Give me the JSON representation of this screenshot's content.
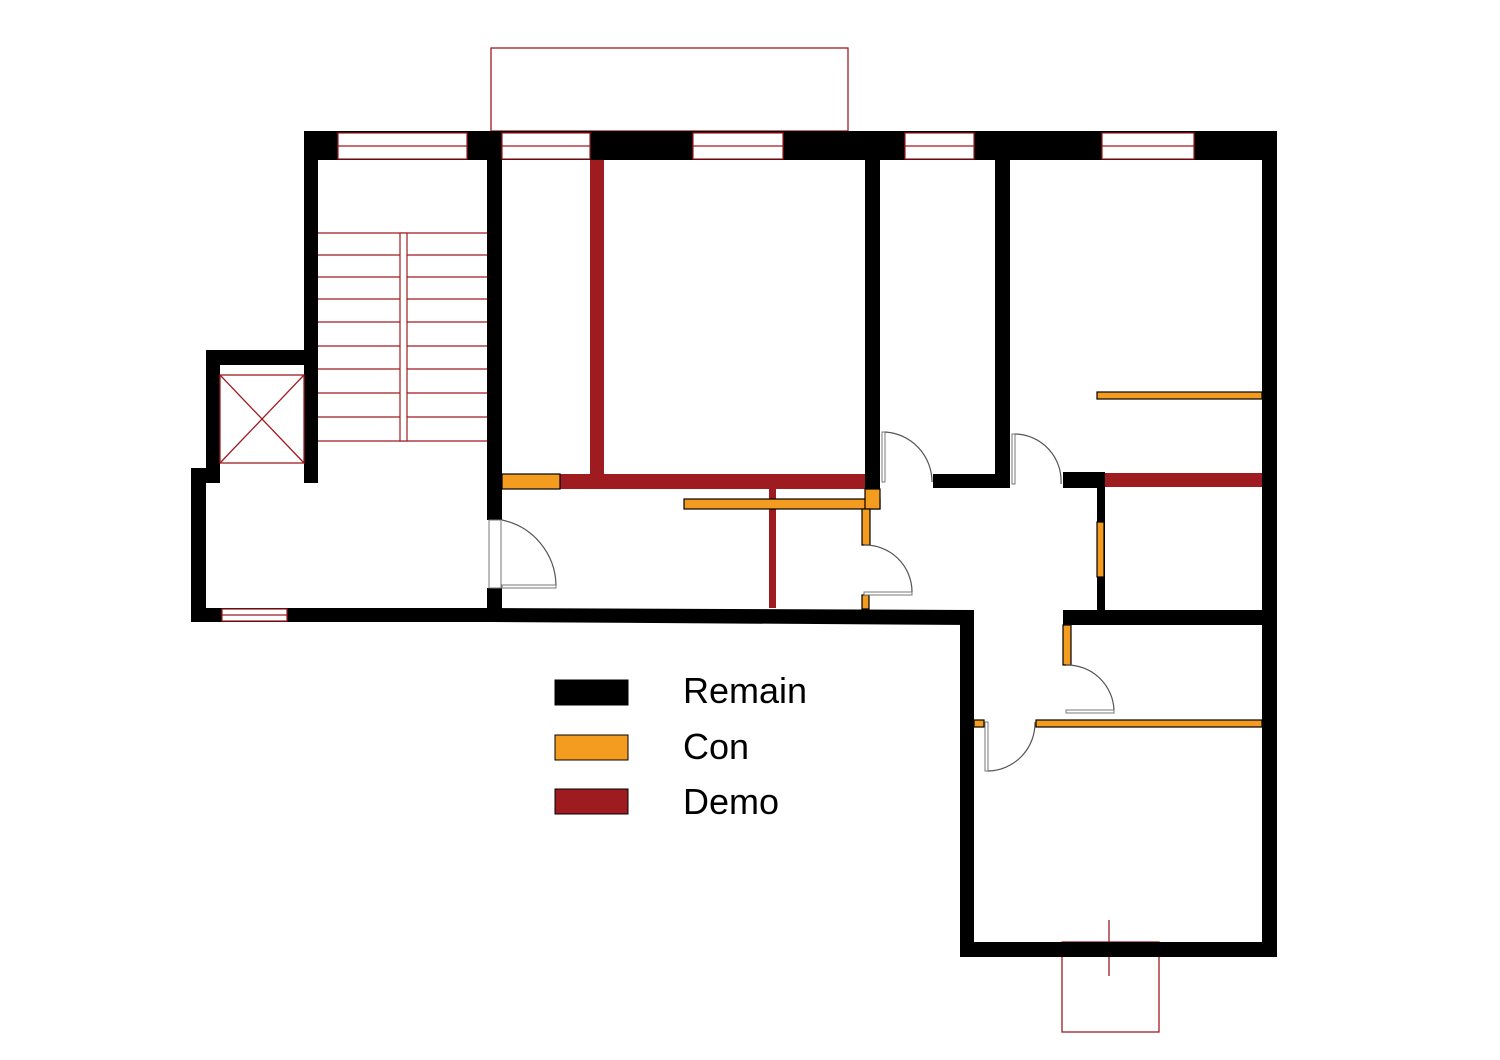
{
  "legend": {
    "items": [
      {
        "label": "Remain",
        "color": "#000000"
      },
      {
        "label": "Con",
        "color": "#f39c1f"
      },
      {
        "label": "Demo",
        "color": "#9e1b20"
      }
    ]
  }
}
